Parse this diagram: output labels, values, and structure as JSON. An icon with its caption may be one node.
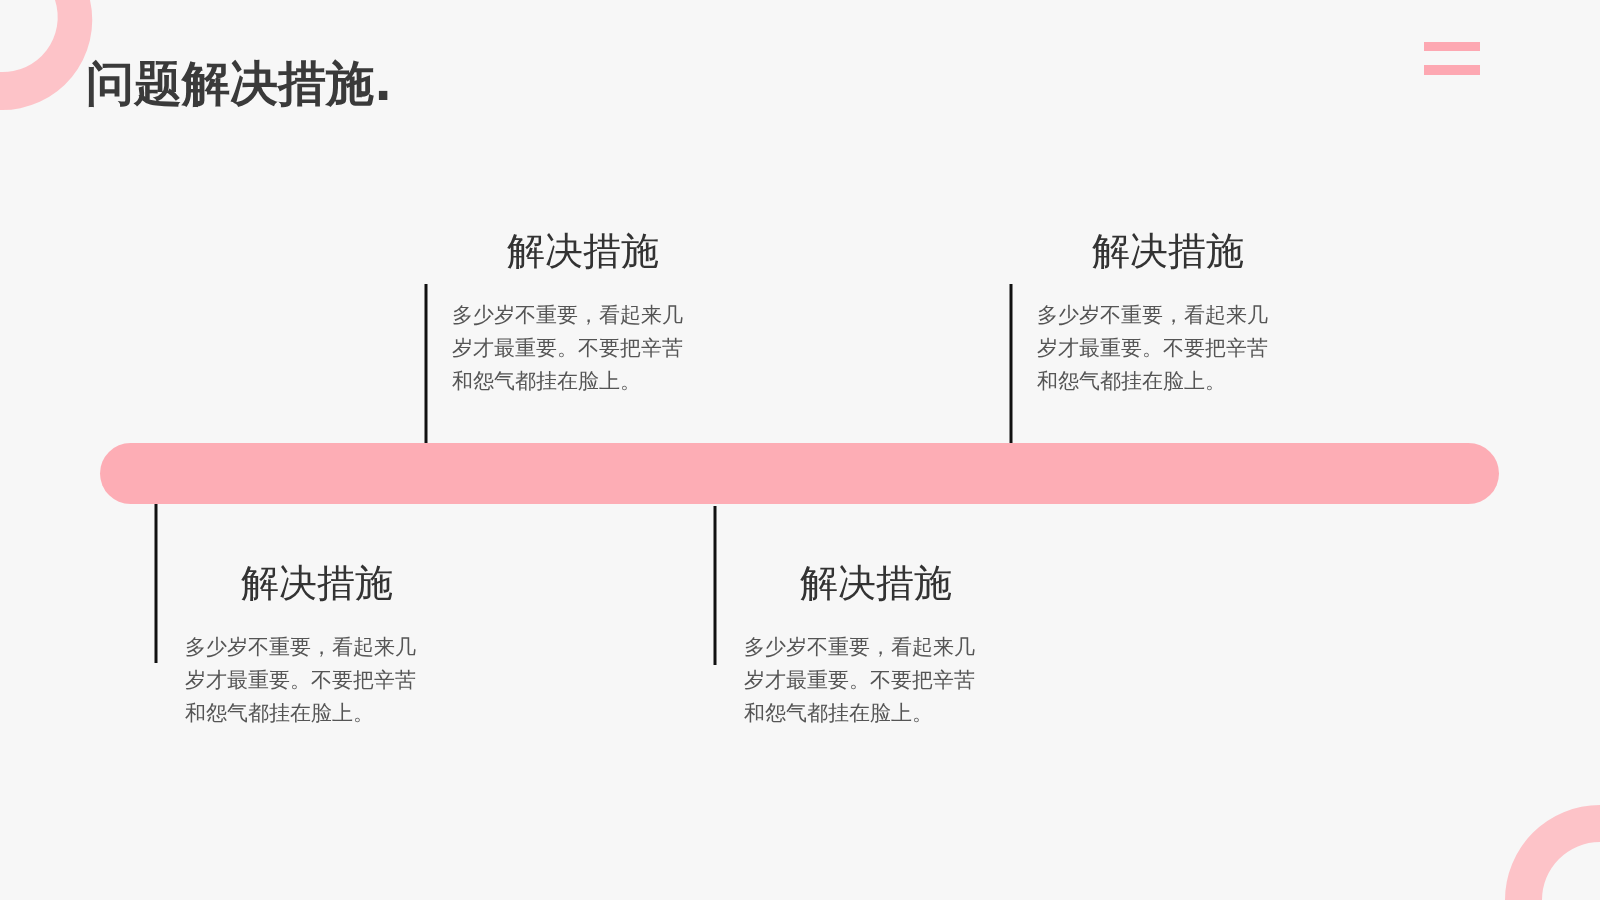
{
  "diagram": {
    "title": "问题解决措施.",
    "labels": [
      "解决措施",
      "多少岁不重要，看起来几岁才最重要。不要把辛苦和怨气都挂在脸上。",
      "解决措施",
      "多少岁不重要，看起来几岁才最重要。不要把辛苦和怨气都挂在脸上。",
      "解决措施",
      "多少岁不重要，看起来几岁才最重要。不要把辛苦和怨气都挂在脸上。",
      "解决措施",
      "多少岁不重要，看起来几岁才最重要。不要把辛苦和怨气都挂在脸上。"
    ]
  }
}
